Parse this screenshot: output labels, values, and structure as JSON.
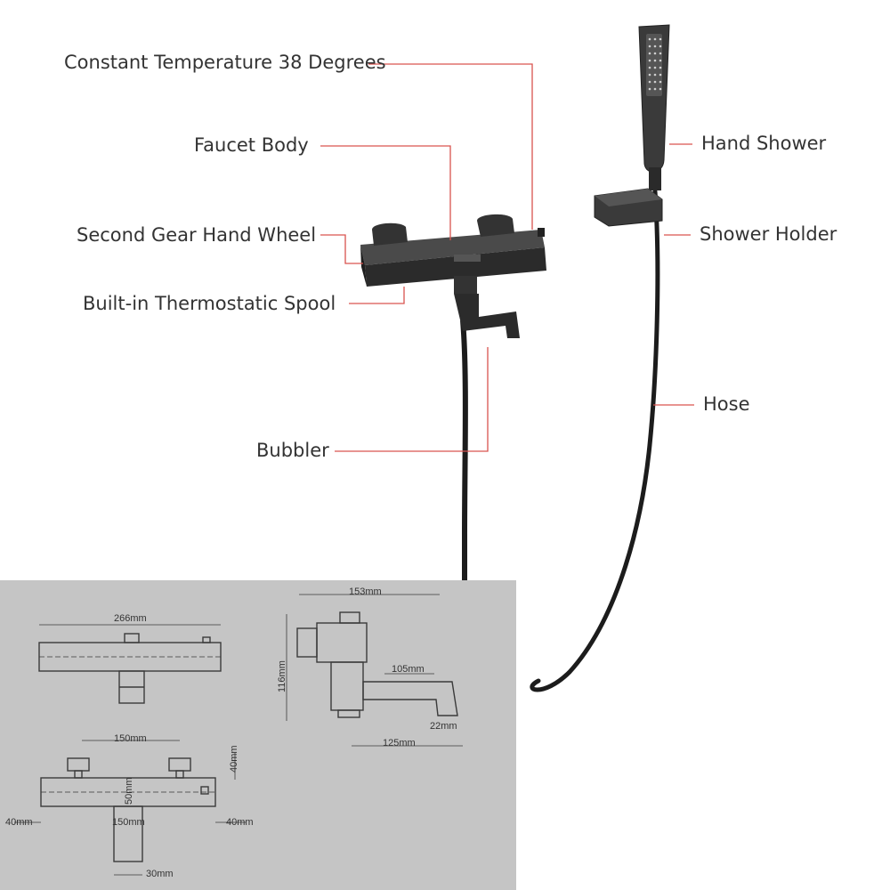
{
  "callouts": {
    "constant_temperature": "Constant Temperature 38 Degrees",
    "faucet_body": "Faucet Body",
    "second_gear_hand_wheel": "Second Gear Hand Wheel",
    "thermostatic_spool": "Built-in Thermostatic Spool",
    "bubbler": "Bubbler",
    "hand_shower": "Hand Shower",
    "shower_holder": "Shower Holder",
    "hose": "Hose"
  },
  "dimensions": {
    "front_width": "266mm",
    "side_depth": "153mm",
    "side_height": "116mm",
    "spout_length": "105mm",
    "spout_drop": "22mm",
    "side_base": "125mm",
    "handle_spacing": "150mm",
    "handle_height": "40mm",
    "body_height": "50mm",
    "centers": "150mm",
    "left_offset": "40mm",
    "right_offset": "40mm",
    "spout_width": "30mm"
  },
  "colors": {
    "callout_line": "#d9534f",
    "label_text": "#333333",
    "faucet_finish": "#2b2b2b",
    "drawing_panel": "#c5c5c5"
  }
}
